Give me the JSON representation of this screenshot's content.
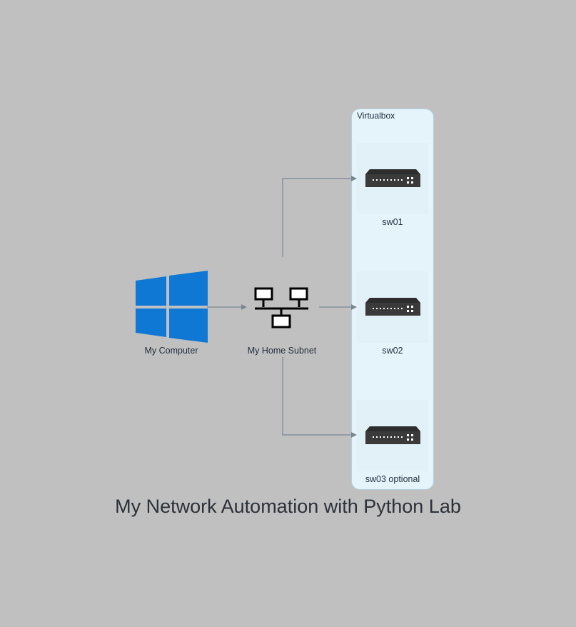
{
  "title": "My Network Automation with Python Lab",
  "cluster": {
    "label": "Virtualbox"
  },
  "nodes": {
    "computer": {
      "label": "My Computer",
      "icon": "windows-logo-icon"
    },
    "subnet": {
      "label": "My Home Subnet",
      "icon": "network-topology-icon"
    },
    "sw01": {
      "label": "sw01",
      "icon": "network-switch-icon"
    },
    "sw02": {
      "label": "sw02",
      "icon": "network-switch-icon"
    },
    "sw03": {
      "label": "sw03 optional",
      "icon": "network-switch-icon"
    }
  },
  "edges": [
    {
      "from": "My Computer",
      "to": "My Home Subnet"
    },
    {
      "from": "My Home Subnet",
      "to": "sw01"
    },
    {
      "from": "My Home Subnet",
      "to": "sw02"
    },
    {
      "from": "My Home Subnet",
      "to": "sw03 optional"
    }
  ],
  "colors": {
    "background": "#c0c0c0",
    "cluster_fill": "#e5f4fb",
    "windows_blue": "#0f78d4",
    "edge": "#7b8694",
    "switch_body": "#3a3a3a"
  }
}
